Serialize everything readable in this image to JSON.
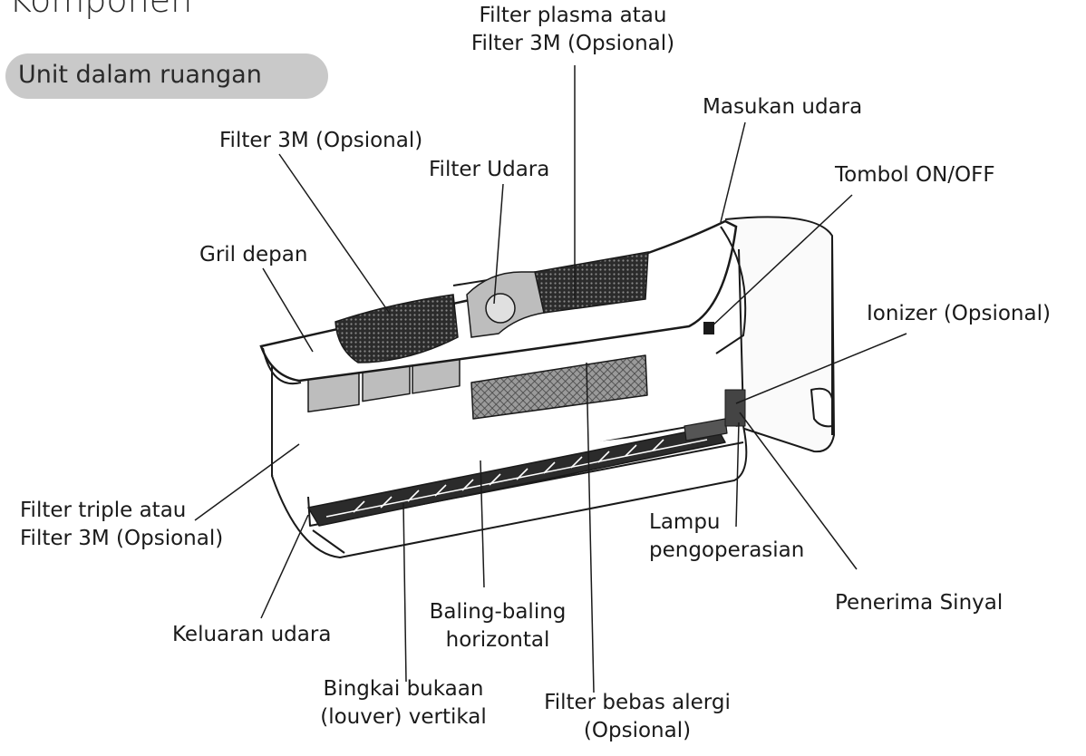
{
  "header": {
    "section_title": "Komponen",
    "subsection": "Unit dalam ruangan"
  },
  "labels": {
    "filter_plasma": [
      "Filter plasma atau",
      "Filter 3M (Opsional)"
    ],
    "masukan_udara": "Masukan udara",
    "filter_3m": "Filter 3M (Opsional)",
    "filter_udara": "Filter Udara",
    "tombol_onoff": "Tombol ON/OFF",
    "gril_depan": "Gril depan",
    "ionizer": "Ionizer (Opsional)",
    "filter_triple": [
      "Filter triple atau",
      "Filter 3M (Opsional)"
    ],
    "lampu": [
      "Lampu",
      "pengoperasian"
    ],
    "penerima_sinyal": "Penerima Sinyal",
    "keluaran_udara": "Keluaran udara",
    "baling_baling": [
      "Baling-baling",
      "horizontal"
    ],
    "bingkai": [
      "Bingkai bukaan",
      "(louver) vertikal"
    ],
    "filter_bebas": [
      "Filter bebas alergi",
      "(Opsional)"
    ]
  },
  "colors": {
    "line": "#1a1a1a",
    "pill": "#c9c9c9",
    "filter_mesh": "#6d6d6d",
    "panel": "#bdbdbd"
  }
}
